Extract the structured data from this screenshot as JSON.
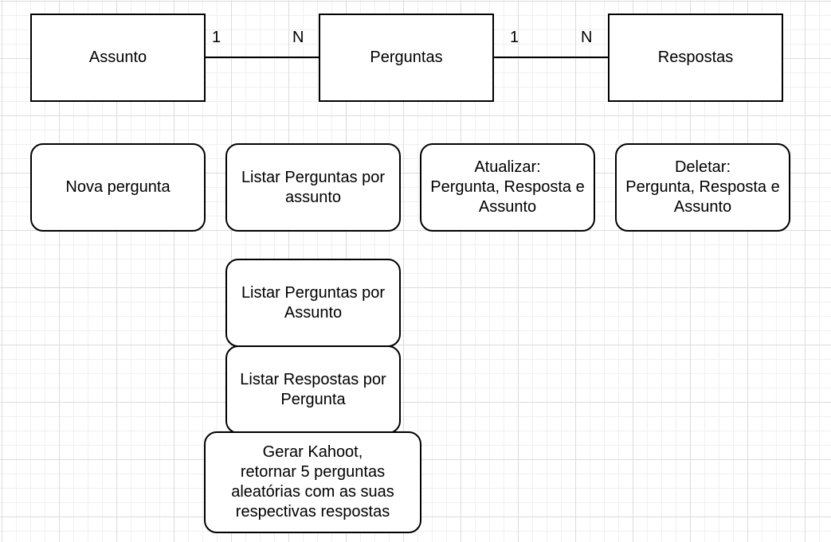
{
  "entities": {
    "assunto": "Assunto",
    "perguntas": "Perguntas",
    "respostas": "Respostas"
  },
  "relationships": [
    {
      "from": "Assunto",
      "to": "Perguntas",
      "from_card": "1",
      "to_card": "N"
    },
    {
      "from": "Perguntas",
      "to": "Respostas",
      "from_card": "1",
      "to_card": "N"
    }
  ],
  "actions": {
    "nova_pergunta": "Nova pergunta",
    "listar_perguntas_assunto_lower": "Listar Perguntas por\nassunto",
    "atualizar": "Atualizar:\nPergunta, Resposta e\nAssunto",
    "deletar": "Deletar:\nPergunta, Resposta e\nAssunto",
    "listar_perguntas_assunto": "Listar Perguntas por\nAssunto",
    "listar_respostas_pergunta": "Listar Respostas por\nPergunta",
    "gerar_kahoot": "Gerar Kahoot,\nretornar 5 perguntas\naleatórias com as suas\nrespectivas respostas"
  }
}
